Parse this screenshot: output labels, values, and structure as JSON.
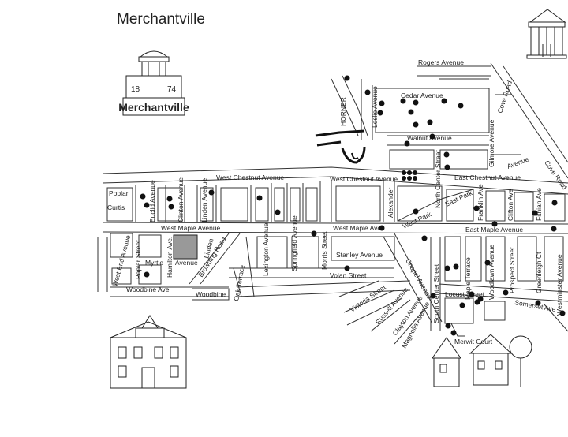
{
  "map": {
    "title": "Merchantville",
    "logo": {
      "year_left": "18",
      "year_right": "74",
      "banner": "Merchantville"
    },
    "streets": {
      "rogers": "Rogers Avenue",
      "cedar": "Cedar Avenue",
      "walnut": "Walnut Avenue",
      "cove_road_top": "Cove Road",
      "gilmore": "Gilmore Avenue",
      "avenue_small": "Avenue",
      "cove_road_right": "Cove Road",
      "horner": "HORNER",
      "leslie": "Leslie Avenue",
      "north_center": "North Center Street",
      "east_chestnut": "East Chestnut Avenue",
      "west_chestnut_left": "West Chestnut Avenue",
      "west_chestnut_mid": "West Chestnut Avenue",
      "poplar_top": "Poplar",
      "curtis": "Curtis",
      "euclid": "Euclid Avenue",
      "clinton": "Clinton Avenue",
      "linden": "Linden Avenue",
      "lexington": "Lexington Avenue",
      "springfield": "Springfield Avenue",
      "morris": "Morris Street",
      "alexander": "Alexander",
      "east_park": "East Park",
      "west_park": "West Park",
      "franklin": "Franklin Ave",
      "clifton": "Clifton Ave",
      "fithian": "Fithian Ave",
      "west_maple_left": "West Maple Avenue",
      "west_maple_mid": "West Maple Ave",
      "east_maple": "East Maple Avenue",
      "west_end": "West End Avenue",
      "poplar_street": "Poplar Street",
      "myrtle": "Myrtle",
      "hamilton": "Hamilton Ave.",
      "linden_short": "Linden",
      "avenue_hamilton": "Avenue",
      "browning": "Browning Road",
      "oak_terrace": "Oak Terrace",
      "woodbine_ave": "Woodbine Ave",
      "woodbine": "Woodbine",
      "stanley": "Stanley Avenue",
      "volan": "Volan Street",
      "chapel": "Chapel Avenue",
      "victoria": "Victoria Street",
      "russell": "Russell Avenue",
      "clayton": "Clayton Avenue",
      "magnolia": "Magnolia Avenue",
      "south_center": "South Center Street",
      "maple_terrace": "Maple Terrace",
      "woodlawn": "Woodlawn Avenue",
      "prospect": "Prospect Street",
      "greenleigh": "Greenleigh Ct",
      "somerset": "Somerset Ave",
      "westminster": "Westminster Avenue",
      "locust": "Locust Street",
      "merwit": "Merwit Court"
    },
    "legend": {
      "marker_meaning": "filled dot",
      "marker_color": "#111111",
      "line_color": "#333333"
    }
  }
}
